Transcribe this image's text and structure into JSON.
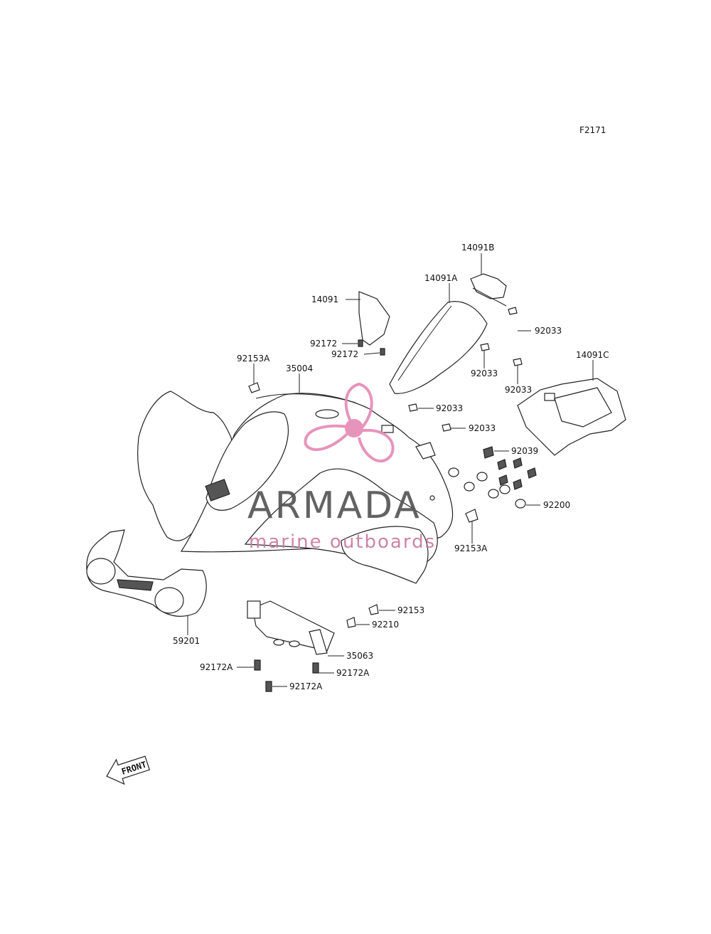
{
  "figure_code": "F2171",
  "watermark": {
    "brand": "ARMADA",
    "tagline": "marine outboards",
    "accent_color": "#e58bb6"
  },
  "front_arrow": "FRONT",
  "parts": [
    {
      "id": "14091B",
      "label": "14091B"
    },
    {
      "id": "14091A",
      "label": "14091A"
    },
    {
      "id": "14091",
      "label": "14091"
    },
    {
      "id": "92172_a",
      "label": "92172"
    },
    {
      "id": "92172_b",
      "label": "92172"
    },
    {
      "id": "92153A_top",
      "label": "92153A"
    },
    {
      "id": "35004",
      "label": "35004"
    },
    {
      "id": "92033_a",
      "label": "92033"
    },
    {
      "id": "92033_b",
      "label": "92033"
    },
    {
      "id": "92033_c",
      "label": "92033"
    },
    {
      "id": "14091C",
      "label": "14091C"
    },
    {
      "id": "92033_d",
      "label": "92033"
    },
    {
      "id": "92033_e",
      "label": "92033"
    },
    {
      "id": "92039",
      "label": "92039"
    },
    {
      "id": "92200",
      "label": "92200"
    },
    {
      "id": "92153A_bot",
      "label": "92153A"
    },
    {
      "id": "92153",
      "label": "92153"
    },
    {
      "id": "92210",
      "label": "92210"
    },
    {
      "id": "35063",
      "label": "35063"
    },
    {
      "id": "59201",
      "label": "59201"
    },
    {
      "id": "92172A_a",
      "label": "92172A"
    },
    {
      "id": "92172A_b",
      "label": "92172A"
    },
    {
      "id": "92172A_c",
      "label": "92172A"
    }
  ]
}
